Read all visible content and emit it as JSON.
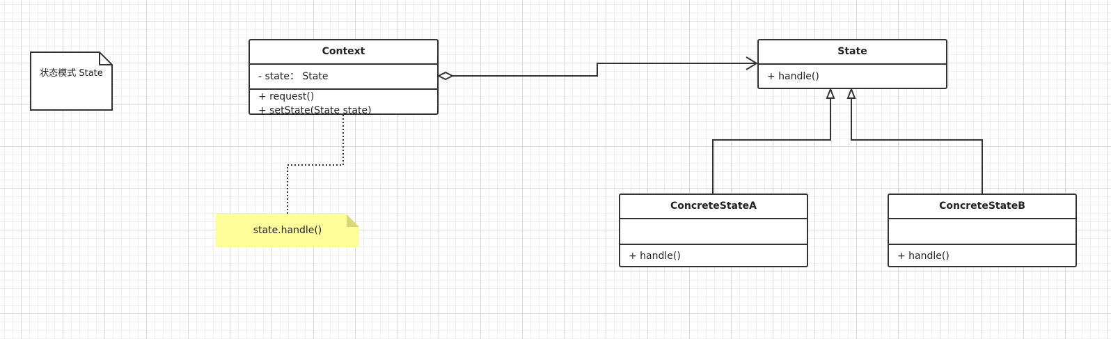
{
  "file_note": {
    "lines": [
      "状态模式",
      "State"
    ]
  },
  "context": {
    "name": "Context",
    "attributes": [
      "- state：  State"
    ],
    "methods": [
      "+ request()",
      "+ setState(State state)"
    ]
  },
  "state": {
    "name": "State",
    "methods": [
      "+ handle()"
    ]
  },
  "concrete_a": {
    "name": "ConcreteStateA",
    "methods": [
      "+ handle()"
    ]
  },
  "concrete_b": {
    "name": "ConcreteStateB",
    "methods": [
      "+ handle()"
    ]
  },
  "code_note": {
    "text": "state.handle()"
  },
  "colors": {
    "stroke": "#333333",
    "sticky_fill": "#ffff99",
    "sticky_fold": "#d8d77a",
    "grid": "#dcdcdc"
  }
}
